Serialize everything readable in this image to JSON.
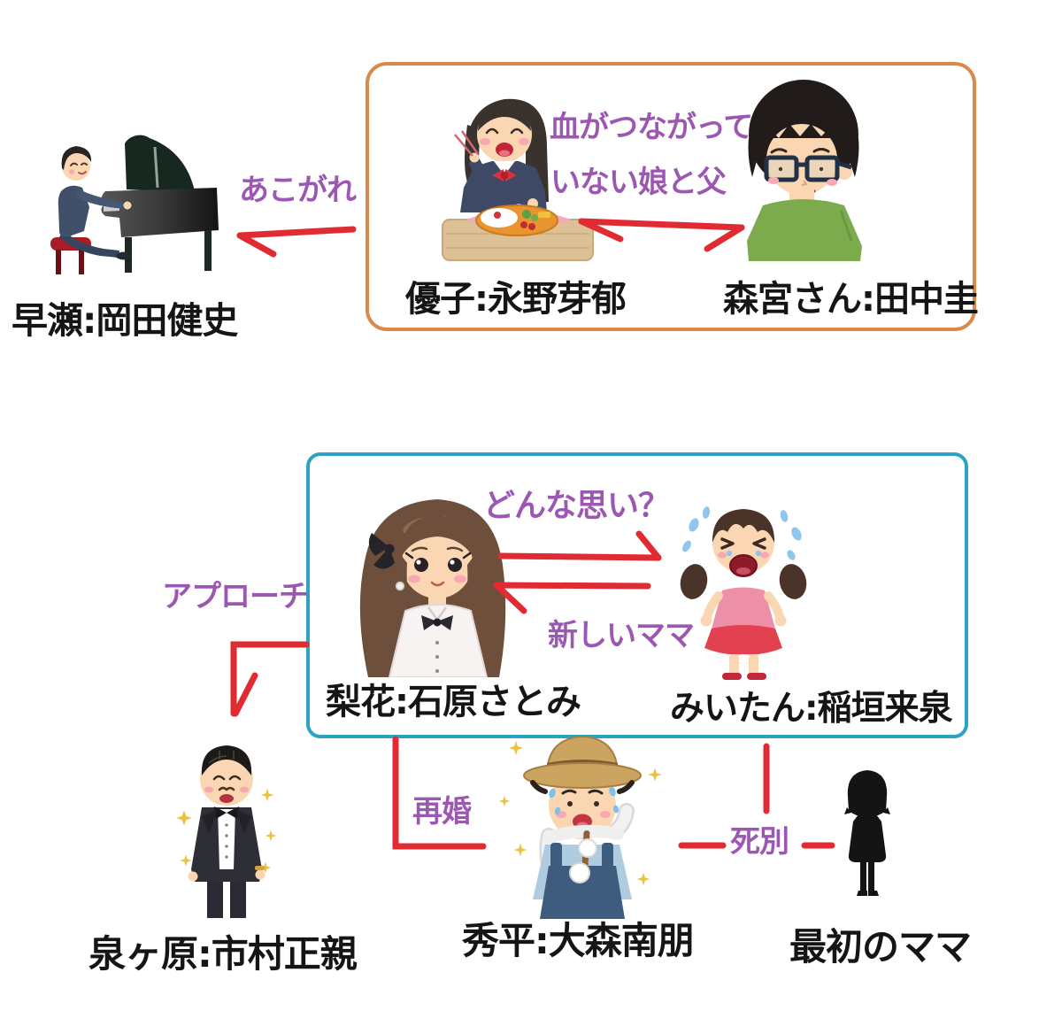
{
  "palette": {
    "purple_label": "#9C57B2",
    "red_arrow": "#E02B33",
    "orange_box_border": "#D8894B",
    "blue_box_border": "#2CA2C4",
    "name_text": "#151515"
  },
  "top_family": {
    "note_line1": "血がつながって",
    "note_line2": "いない娘と父",
    "daughter_label": "優子:永野芽郁",
    "father_label": "森宮さん:田中圭"
  },
  "middle_family": {
    "arrow_to_child_label": "どんな思い？",
    "arrow_to_mother_label": "新しいママ",
    "mother_label": "梨花:石原さとみ",
    "child_label": "みいたん:稲垣来泉"
  },
  "pianist": {
    "name_label": "早瀬:岡田健史",
    "relation_label": "あこがれ"
  },
  "tuxedo_man": {
    "name_label": "泉ヶ原:市村正親",
    "relation_label": "アプローチ"
  },
  "farmer": {
    "name_label": "秀平:大森南朋",
    "relation_label": "再婚"
  },
  "first_mama": {
    "name_label": "最初のママ",
    "relation_label": "死別"
  }
}
